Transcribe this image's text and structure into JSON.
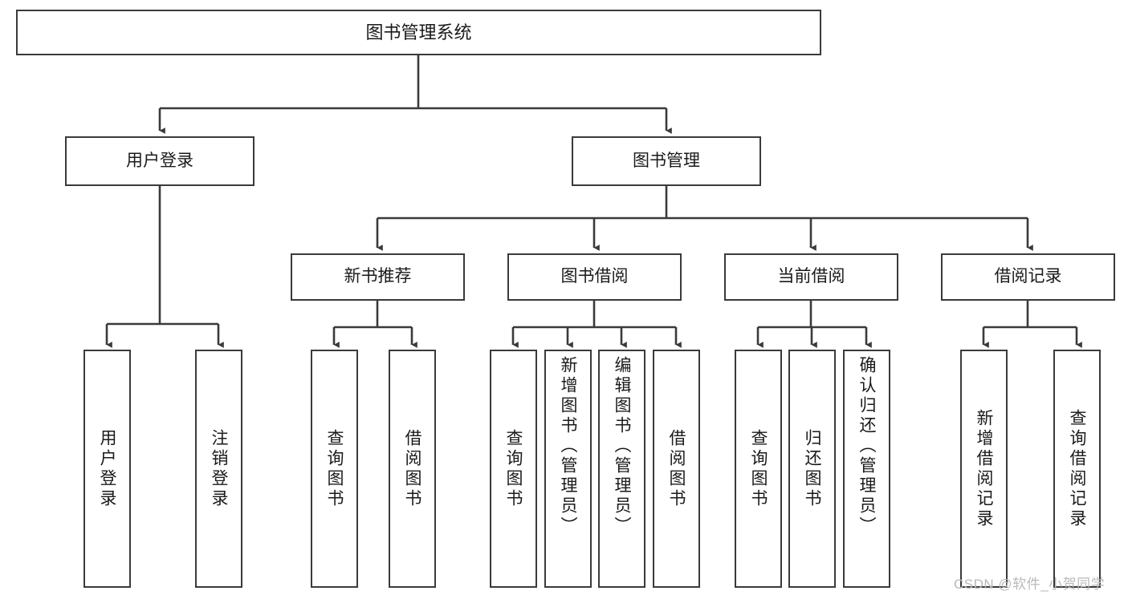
{
  "diagram": {
    "type": "tree-hierarchy-chart",
    "title": "图书管理系统",
    "root": {
      "id": "root",
      "label": "图书管理系统"
    },
    "level1": [
      {
        "id": "user-login",
        "label": "用户登录"
      },
      {
        "id": "book-management",
        "label": "图书管理"
      }
    ],
    "level2": [
      {
        "id": "new-book-recommend",
        "label": "新书推荐",
        "parent": "book-management"
      },
      {
        "id": "book-borrow",
        "label": "图书借阅",
        "parent": "book-management"
      },
      {
        "id": "current-borrow",
        "label": "当前借阅",
        "parent": "book-management"
      },
      {
        "id": "borrow-record",
        "label": "借阅记录",
        "parent": "book-management"
      }
    ],
    "leaves": {
      "user_login": [
        {
          "id": "leaf-user-login",
          "label": "用户登录"
        },
        {
          "id": "leaf-logout",
          "label": "注销登录"
        }
      ],
      "new_book_recommend": [
        {
          "id": "leaf-query-book-1",
          "label": "查询图书"
        },
        {
          "id": "leaf-borrow-book-1",
          "label": "借阅图书"
        }
      ],
      "book_borrow": [
        {
          "id": "leaf-query-book-2",
          "label": "查询图书"
        },
        {
          "id": "leaf-add-book",
          "label": "新增图书（管理员）"
        },
        {
          "id": "leaf-edit-book",
          "label": "编辑图书（管理员）"
        },
        {
          "id": "leaf-borrow-book-2",
          "label": "借阅图书"
        }
      ],
      "current_borrow": [
        {
          "id": "leaf-query-book-3",
          "label": "查询图书"
        },
        {
          "id": "leaf-return-book",
          "label": "归还图书"
        },
        {
          "id": "leaf-confirm-return",
          "label": "确认归还（管理员）"
        }
      ],
      "borrow_record": [
        {
          "id": "leaf-add-record",
          "label": "新增借阅记录"
        },
        {
          "id": "leaf-query-record",
          "label": "查询借阅记录"
        }
      ]
    }
  },
  "watermark": {
    "text": "CSDN @软件_小贺同学"
  },
  "colors": {
    "box_border": "#3a3a3a",
    "connector": "#3a3a3a",
    "background": "#ffffff",
    "text": "#1a1a1a",
    "watermark": "#b9b9b9"
  }
}
